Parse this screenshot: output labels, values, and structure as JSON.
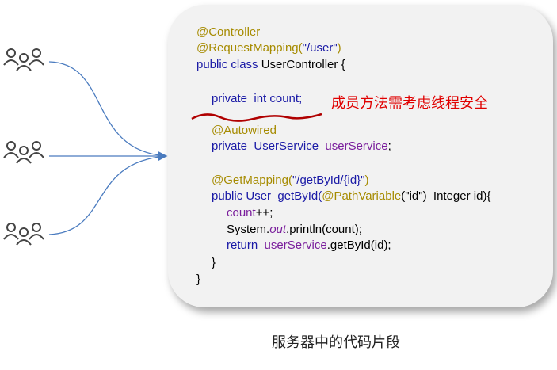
{
  "users": [
    {
      "icon": "people-group-icon"
    },
    {
      "icon": "people-group-icon"
    },
    {
      "icon": "people-group-icon"
    }
  ],
  "code": {
    "l1": "@Controller",
    "l2": "@RequestMapping(\"/user\")",
    "l3": "public class UserController {",
    "l4": "private  int count;",
    "l5": "@Autowired",
    "l6_kw": "private  UserService  ",
    "l6_field": "userService",
    "l6_end": ";",
    "l7_annot": "@GetMapping(",
    "l7_str": "\"/getById/{id}\"",
    "l7_end": ")",
    "l8_a": "public User  getById(",
    "l8_annot": "@PathVariable",
    "l8_b": "(\"id\")  Integer id){",
    "l9_field": "count",
    "l9_end": "++;",
    "l10_a": "System.",
    "l10_out": "out",
    "l10_b": ".println(count);",
    "l11_kw": "return  ",
    "l11_field": "userService",
    "l11_b": ".getById(id);",
    "l12": "}",
    "l13": "}"
  },
  "note": "成员方法需考虑线程安全",
  "caption": "服务器中的代码片段",
  "colors": {
    "keyword": "#1a1aa6",
    "annotation": "#a68b00",
    "field": "#7a1e9c",
    "note": "#e00000",
    "arrow": "#4a7bbf",
    "box": "#f2f2f2"
  }
}
